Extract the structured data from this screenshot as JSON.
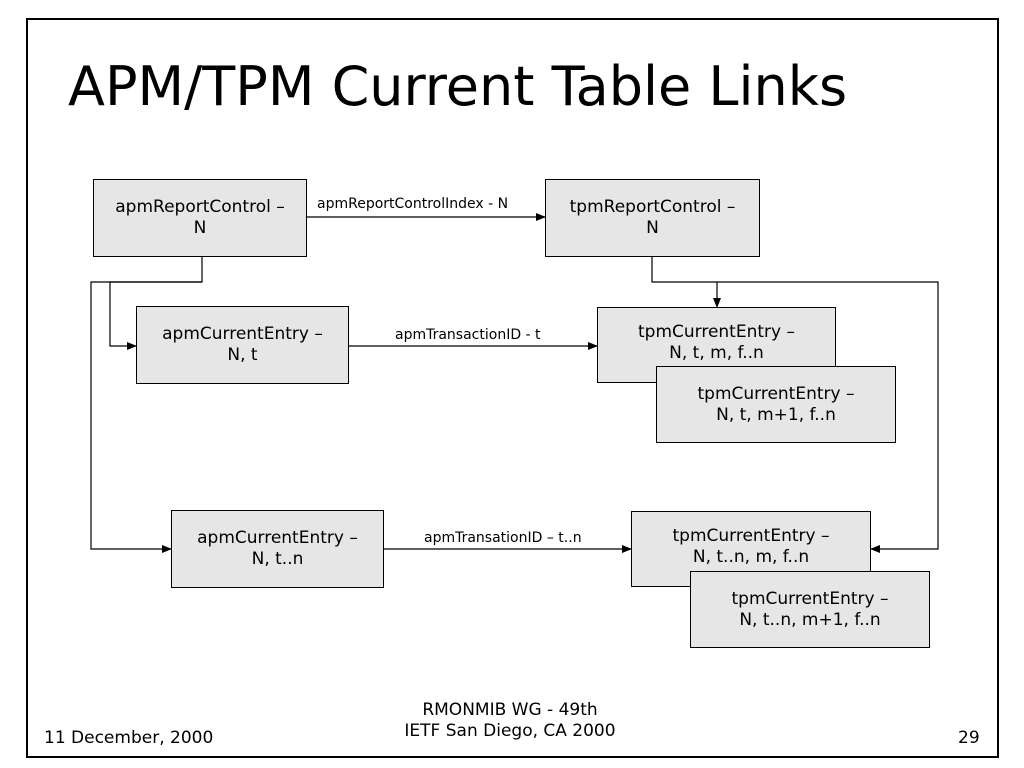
{
  "title": "APM/TPM Current Table Links",
  "nodes": {
    "apm_report_control": {
      "line1": "apmReportControl –",
      "line2": "N"
    },
    "tpm_report_control": {
      "line1": "tpmReportControl –",
      "line2": "N"
    },
    "apm_current_entry_1": {
      "line1": "apmCurrentEntry –",
      "line2": "N, t"
    },
    "tpm_current_entry_1a": {
      "line1": "tpmCurrentEntry –",
      "line2": "N, t, m, f..n"
    },
    "tpm_current_entry_1b": {
      "line1": "tpmCurrentEntry –",
      "line2": "N, t, m+1, f..n"
    },
    "apm_current_entry_2": {
      "line1": "apmCurrentEntry –",
      "line2": "N, t..n"
    },
    "tpm_current_entry_2a": {
      "line1": "tpmCurrentEntry –",
      "line2": "N, t..n, m, f..n"
    },
    "tpm_current_entry_2b": {
      "line1": "tpmCurrentEntry –",
      "line2": "N, t..n, m+1, f..n"
    }
  },
  "edges": {
    "report_control_index": "apmReportControlIndex - N",
    "transaction_id": "apmTransactionID - t",
    "transation_id_range": "apmTransationID – t..n"
  },
  "footer": {
    "date": "11 December, 2000",
    "center_line1": "RMONMIB WG - 49th",
    "center_line2": "IETF San Diego, CA 2000",
    "page": "29"
  }
}
